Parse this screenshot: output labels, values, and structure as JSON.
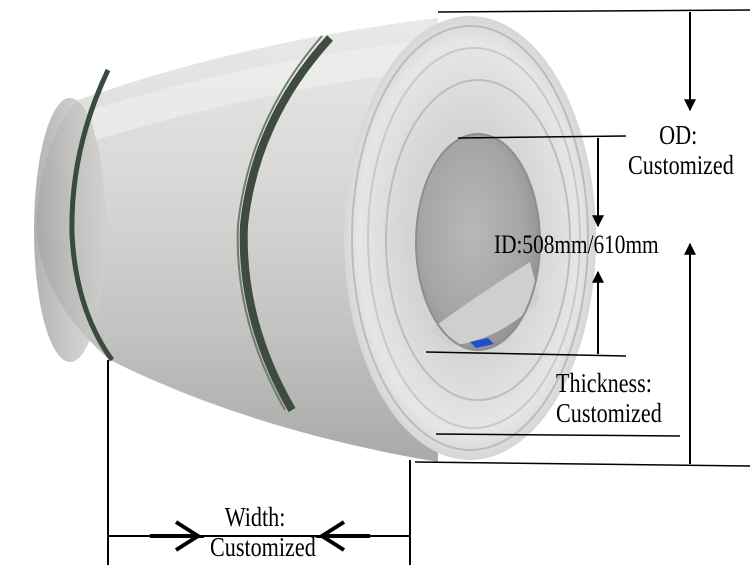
{
  "labels": {
    "od_title": "OD:",
    "od_value": "Customized",
    "id_text": "ID:508mm/610mm",
    "thickness_title": "Thickness:",
    "thickness_value": "Customized",
    "width_title": "Width:",
    "width_value": "Customized"
  },
  "colors": {
    "background": "#ffffff",
    "steel_light": "#e6e6e4",
    "steel_mid": "#bdbdbb",
    "steel_dark": "#8d8d8b",
    "stripe": "#3d4a40",
    "marker": "#1f4fd0",
    "line": "#000000"
  }
}
